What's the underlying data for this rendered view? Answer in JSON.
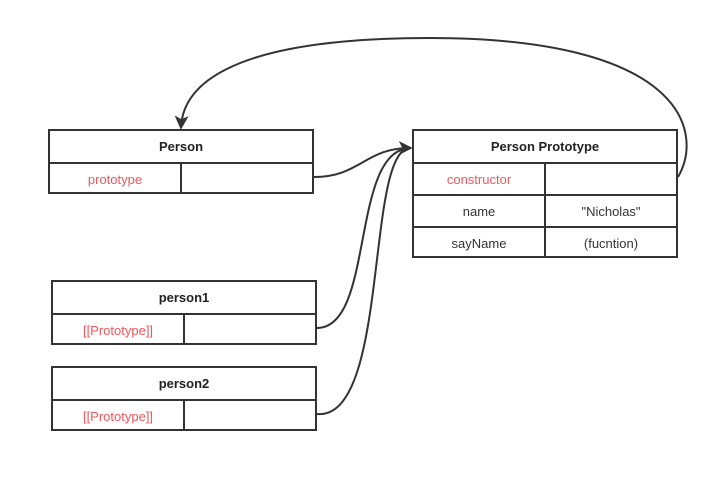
{
  "colors": {
    "stroke": "#333333",
    "title_text": "#222222",
    "text": "#333333",
    "highlight_text": "#f2545b",
    "background": "#ffffff"
  },
  "boxes": {
    "person": {
      "title": "Person",
      "rows": [
        {
          "key": "prototype",
          "value": ""
        }
      ]
    },
    "person_prototype": {
      "title": "Person Prototype",
      "rows": [
        {
          "key": "constructor",
          "value": ""
        },
        {
          "key": "name",
          "value": "\"Nicholas\""
        },
        {
          "key": "sayName",
          "value": "(fucntion)"
        }
      ]
    },
    "person1": {
      "title": "person1",
      "rows": [
        {
          "key": "[[Prototype]]",
          "value": ""
        }
      ]
    },
    "person2": {
      "title": "person2",
      "rows": [
        {
          "key": "[[Prototype]]",
          "value": ""
        }
      ]
    }
  }
}
